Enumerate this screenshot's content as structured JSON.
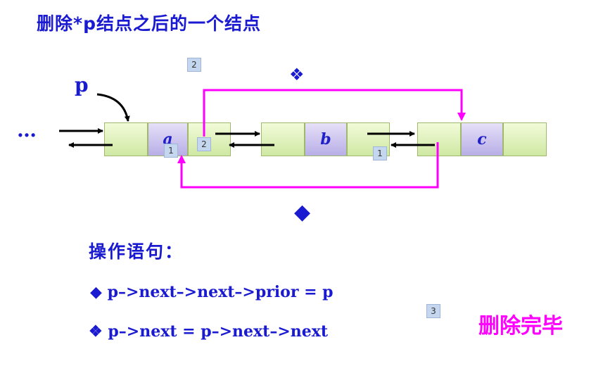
{
  "title": "删除*p结点之后的一个结点",
  "pointer_label": "p",
  "ellipsis": "…",
  "nodes": [
    {
      "data": "a"
    },
    {
      "data": "b"
    },
    {
      "data": "c"
    }
  ],
  "step_tags": {
    "top": "2",
    "a_left": "1",
    "a_right": "2",
    "b_right": "1",
    "ops": "3"
  },
  "ops_title": "操作语句：",
  "statements": [
    {
      "marker": "◆",
      "text": "p–>next–>next–>prior = p"
    },
    {
      "marker": "❖",
      "text": "p–>next = p–>next–>next"
    }
  ],
  "top_marker": "❖",
  "bottom_marker": "◆",
  "done_label": "删除完毕",
  "colors": {
    "text": "#1a1ad0",
    "link": "#ff00ff",
    "node_fill": "#dff0b8",
    "data_fill": "#c8c0ee"
  }
}
